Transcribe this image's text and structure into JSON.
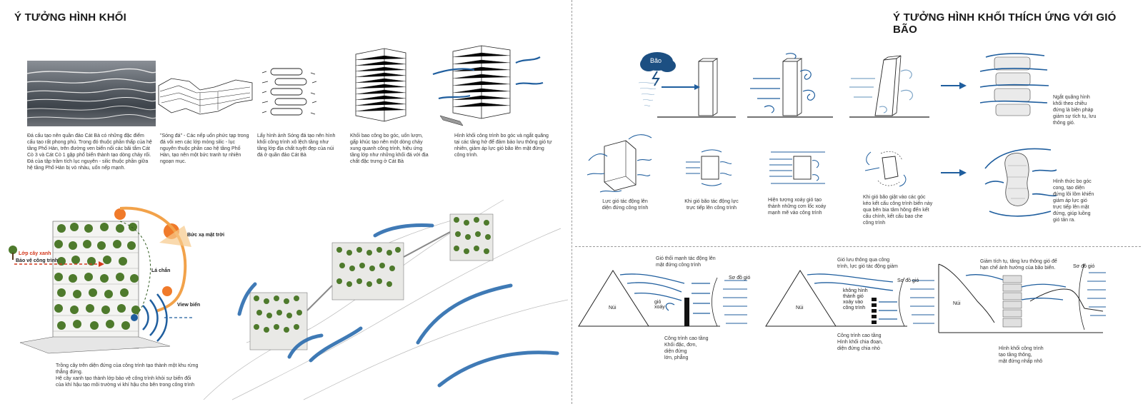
{
  "left": {
    "title": "Ý TƯỞNG HÌNH KHỐI",
    "captions": [
      "Đá cấu tạo nên quần đảo Cát Bà có những đặc điểm cấu tạo rất phong phú. Trong đó thuộc phần thấp của hệ tầng Phố Hàn, trên đường ven biển nối các bãi tắm Cát Cò 3 và Cát Cò 1 gặp phổ biến thành tạo dòng chảy rối. Đá của tập trầm tích lục nguyên - silic thuộc phần giữa hệ tầng Phố Hàn bị vò nhàu, uốn nếp mạnh.",
      "\"Sóng đá\" - Các nếp uốn phức tạp trong đá vôi xen các lớp mỏng silic - lục nguyên thuộc phần cao hệ tầng Phố Hàn, tạo nên một bức tranh tự nhiên ngoạn mục.",
      "Lấy hình ảnh Sóng đá tạo nên hình khối công trình xô lệch tầng như tầng lớp địa chất tuyệt đẹp của núi đá ở quần đảo Cát Bà",
      "Khối bao công bo góc, uốn lượn, gấp khúc tạo nên một dòng chảy xung quanh công trình, hiệu ứng tầng lớp như những khối đá với địa chất đặc trưng ở Cát Bà",
      "Hình khối công trình bo góc và ngắt quãng tại các tầng hở để đảm bảo lưu thông gió tự nhiên, giảm áp lực gió bão lên mặt đứng công trình."
    ],
    "bottom_caption": "Trồng cây trên diện đứng của công trình tạo thành một khu rừng thẳng đứng.\nHệ cây xanh tạo thành lớp bảo vệ công trình khỏi sự biến đổi của khí hậu tạo môi trường vi khí hậu cho bên trong công trình",
    "diagram_labels": {
      "tree_layer": "Lớp cây xanh",
      "tree_protect": "Bảo vệ công trình",
      "solar": "Bức xạ mặt trời",
      "shade": "Lá chắn",
      "sea_view": "View biển"
    }
  },
  "right": {
    "title": "Ý TƯỞNG HÌNH KHỐI THÍCH ỨNG VỚI GIÓ BÃO",
    "storm_label": "Bão",
    "row1_note": "Ngắt quãng hình khối theo chiều đứng là biện pháp giảm sự tích tụ, lưu thông gió.",
    "row2_captions": [
      "Lực gió tác động lên diện đứng công trình",
      "Khi gió bão tác động lực trực tiếp lên công trình",
      "Hiện tượng xoáy gió tạo thành những cơn lốc xoáy mạnh mẽ vào công trình",
      "Khi gió bão giật vào các góc kéo kết cấu công trình biến này qua bên bia tâm hông đến kết cấu chính, kết cấu bao che công trình"
    ],
    "row2_note": "Hình thức bo góc cong, tạo diện đứng lõi lõm khiến giảm áp lực gió trực tiếp lên mặt đứng, giúp luồng gió tản ra.",
    "sections": [
      {
        "top": "Gió thổi mạnh tác động lên mặt đứng công trình",
        "mountain": "Núi",
        "vortex": "gió xoáy",
        "diagram": "Sơ đồ gió",
        "bottom": "Công trình cao tầng\nKhối đặc, đơn,\ndiện đứng\nlớn, phẳng"
      },
      {
        "top": "Gió lưu thông qua công trình, lực gió tác động giảm",
        "mountain": "Núi",
        "vortex": "không hình thành gió xoáy vào công trình",
        "diagram": "Sơ đồ gió",
        "bottom": "Công trình cao tầng\nHình khối chia đoạn,\ndiện đứng chia nhỏ"
      },
      {
        "top": "Giảm tích tụ, tăng lưu thông gió để hạn chế ảnh hưởng của bão biển.",
        "mountain": "Núi",
        "diagram": "Sơ đồ gió",
        "bottom": "Hình khối công trình\ntạo tầng thông,\nmặt đứng nhấp nhô"
      }
    ]
  },
  "colors": {
    "wind_blue": "#1f5e9e",
    "storm_cloud": "#1c4f82",
    "sun_orange": "#f07a2a",
    "tree_green": "#4e7a2c",
    "ink": "#222222"
  }
}
